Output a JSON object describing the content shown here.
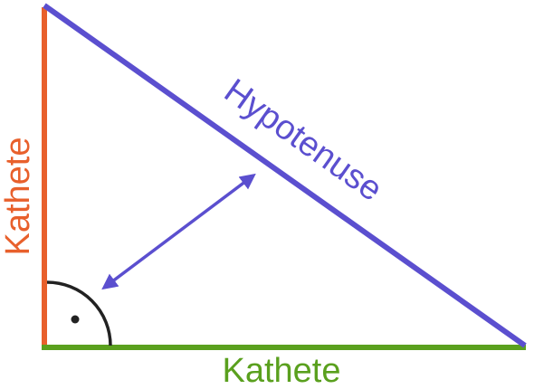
{
  "diagram": {
    "labels": {
      "hypotenuse": "Hypotenuse",
      "leg_vertical": "Kathete",
      "leg_horizontal": "Kathete"
    },
    "colors": {
      "hypotenuse": "#5b4fcf",
      "leg_vertical": "#e8602c",
      "leg_horizontal": "#5aa01e",
      "arrow": "#5b4fcf",
      "right_angle_mark": "#222222"
    },
    "shape": "right-triangle",
    "right_angle_marker": "arc-with-dot"
  }
}
